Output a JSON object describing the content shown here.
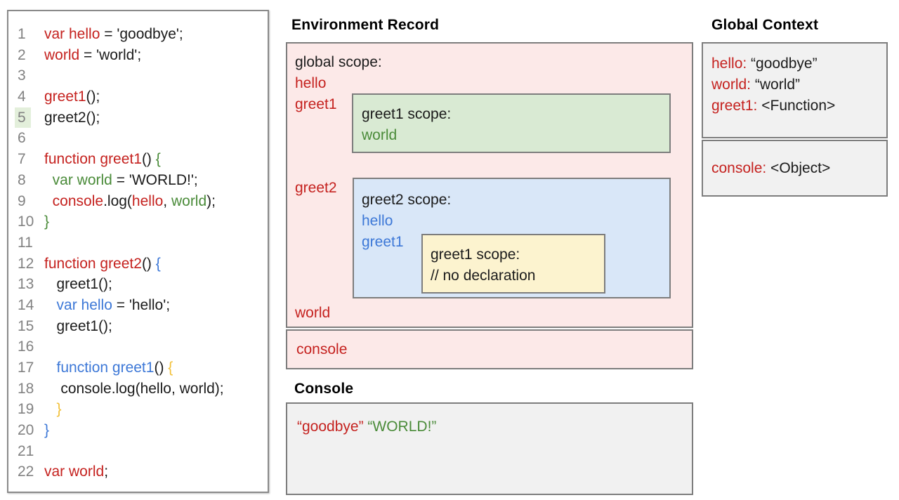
{
  "colors": {
    "keyword_red": "#c5221f",
    "keyword_green": "#4a8b39",
    "keyword_blue": "#3d78d7",
    "keyword_yellow": "#f2c038",
    "global_scope_bg": "#fce9e8",
    "greet1_scope_bg": "#d9ead3",
    "greet2_scope_bg": "#d9e7f8",
    "inner_scope_bg": "#fcf3cf",
    "panel_gray_bg": "#f1f1f1",
    "active_line_highlight": "#e3efdb",
    "line_number_gray": "#828282"
  },
  "editor": {
    "lines": [
      {
        "n": "1",
        "hl": false,
        "segments": [
          {
            "t": "var hello",
            "c": "red"
          },
          {
            "t": " = 'goodbye';",
            "c": "black"
          }
        ]
      },
      {
        "n": "2",
        "hl": false,
        "segments": [
          {
            "t": "world",
            "c": "red"
          },
          {
            "t": " = 'world';",
            "c": "black"
          }
        ]
      },
      {
        "n": "3",
        "hl": false,
        "segments": []
      },
      {
        "n": "4",
        "hl": false,
        "segments": [
          {
            "t": "greet1",
            "c": "red"
          },
          {
            "t": "();",
            "c": "black"
          }
        ]
      },
      {
        "n": "5",
        "hl": true,
        "segments": [
          {
            "t": "greet2();",
            "c": "black"
          }
        ]
      },
      {
        "n": "6",
        "hl": false,
        "segments": []
      },
      {
        "n": "7",
        "hl": false,
        "segments": [
          {
            "t": "function greet1",
            "c": "red"
          },
          {
            "t": "() ",
            "c": "black"
          },
          {
            "t": "{",
            "c": "green"
          }
        ]
      },
      {
        "n": "8",
        "hl": false,
        "segments": [
          {
            "t": "  ",
            "c": "black"
          },
          {
            "t": "var world",
            "c": "green"
          },
          {
            "t": " = 'WORLD!';",
            "c": "black"
          }
        ]
      },
      {
        "n": "9",
        "hl": false,
        "segments": [
          {
            "t": "  ",
            "c": "black"
          },
          {
            "t": "console",
            "c": "red"
          },
          {
            "t": ".log(",
            "c": "black"
          },
          {
            "t": "hello",
            "c": "red"
          },
          {
            "t": ", ",
            "c": "black"
          },
          {
            "t": "world",
            "c": "green"
          },
          {
            "t": ");",
            "c": "black"
          }
        ]
      },
      {
        "n": "10",
        "hl": false,
        "segments": [
          {
            "t": "}",
            "c": "green"
          }
        ]
      },
      {
        "n": "11",
        "hl": false,
        "segments": []
      },
      {
        "n": "12",
        "hl": false,
        "segments": [
          {
            "t": "function greet2",
            "c": "red"
          },
          {
            "t": "() ",
            "c": "black"
          },
          {
            "t": "{",
            "c": "blue"
          }
        ]
      },
      {
        "n": "13",
        "hl": false,
        "segments": [
          {
            "t": "   greet1();",
            "c": "black"
          }
        ]
      },
      {
        "n": "14",
        "hl": false,
        "segments": [
          {
            "t": "   ",
            "c": "black"
          },
          {
            "t": "var hello",
            "c": "blue"
          },
          {
            "t": " = 'hello';",
            "c": "black"
          }
        ]
      },
      {
        "n": "15",
        "hl": false,
        "segments": [
          {
            "t": "   greet1();",
            "c": "black"
          }
        ]
      },
      {
        "n": "16",
        "hl": false,
        "segments": []
      },
      {
        "n": "17",
        "hl": false,
        "segments": [
          {
            "t": "   ",
            "c": "black"
          },
          {
            "t": "function greet1",
            "c": "blue"
          },
          {
            "t": "() ",
            "c": "black"
          },
          {
            "t": "{",
            "c": "yellow"
          }
        ]
      },
      {
        "n": "18",
        "hl": false,
        "segments": [
          {
            "t": "    console.log(hello, world);",
            "c": "black"
          }
        ]
      },
      {
        "n": "19",
        "hl": false,
        "segments": [
          {
            "t": "   ",
            "c": "black"
          },
          {
            "t": "}",
            "c": "yellow"
          }
        ]
      },
      {
        "n": "20",
        "hl": false,
        "segments": [
          {
            "t": "}",
            "c": "blue"
          }
        ]
      },
      {
        "n": "21",
        "hl": false,
        "segments": []
      },
      {
        "n": "22",
        "hl": false,
        "segments": [
          {
            "t": "var world",
            "c": "red"
          },
          {
            "t": ";",
            "c": "black"
          }
        ]
      }
    ]
  },
  "environment_record": {
    "title": "Environment Record",
    "global_scope_label": "global scope:",
    "hello": "hello",
    "greet1": "greet1",
    "greet2": "greet2",
    "world": "world",
    "console_var": "console",
    "greet1_scope": {
      "label": "greet1 scope:",
      "world": "world"
    },
    "greet2_scope": {
      "label": "greet2 scope:",
      "hello": "hello",
      "greet1": "greet1",
      "greet1_scope": {
        "label": "greet1 scope:",
        "comment": "// no declaration"
      }
    }
  },
  "console_panel": {
    "title": "Console",
    "output": [
      {
        "t": "“goodbye”",
        "c": "red"
      },
      {
        "t": " ",
        "c": "black"
      },
      {
        "t": "“WORLD!”",
        "c": "green"
      }
    ]
  },
  "global_context": {
    "title": "Global Context",
    "variables": [
      {
        "name": "hello:",
        "value": "“goodbye”"
      },
      {
        "name": "world:",
        "value": "“world”"
      },
      {
        "name": "greet1:",
        "value": "<Function>"
      }
    ],
    "builtins": [
      {
        "name": "console:",
        "value": "<Object>"
      }
    ]
  }
}
